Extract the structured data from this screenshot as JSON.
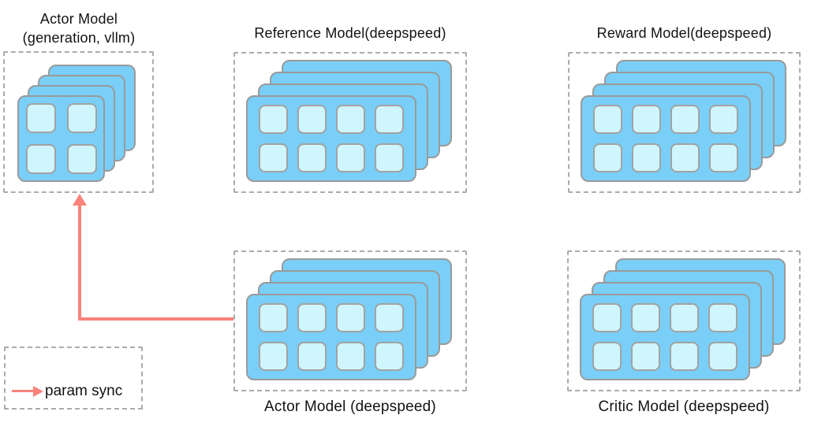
{
  "diagram": {
    "nodes": {
      "actor_vllm": {
        "title_line1": "Actor Model",
        "title_line2": "(generation, vllm)",
        "gpu_cards": 4,
        "cells_per_card": 4
      },
      "reference": {
        "title": "Reference Model(deepspeed)",
        "gpu_cards": 4,
        "cells_per_card": 8
      },
      "reward": {
        "title": "Reward Model(deepspeed)",
        "gpu_cards": 4,
        "cells_per_card": 8
      },
      "actor_deepspeed": {
        "label": "Actor Model (deepspeed)",
        "gpu_cards": 4,
        "cells_per_card": 8
      },
      "critic": {
        "label": "Critic Model (deepspeed)",
        "gpu_cards": 4,
        "cells_per_card": 8
      }
    },
    "edges": [
      {
        "from": "actor_deepspeed",
        "to": "actor_vllm",
        "type": "param sync"
      }
    ],
    "legend": {
      "label": "param sync"
    },
    "colors": {
      "card_fill": "#79cff7",
      "cell_fill": "#cff6fd",
      "card_border": "#9a9a9a",
      "dashed_border": "#ababab",
      "arrow": "#f8837b",
      "text": "#121212",
      "background": "#ffffff"
    }
  }
}
